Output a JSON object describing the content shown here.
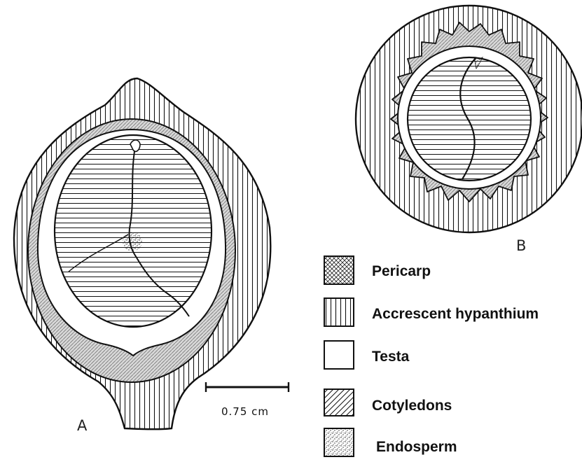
{
  "figure": {
    "panels": {
      "a": "A",
      "b": "B"
    },
    "scale_bar": {
      "label": "0.75 cm"
    },
    "legend": [
      {
        "key": "pericarp",
        "label": "Pericarp",
        "pattern": "crosshatch"
      },
      {
        "key": "hypanthium",
        "label": "Accrescent hypanthium",
        "pattern": "vertical-lines"
      },
      {
        "key": "testa",
        "label": "Testa",
        "pattern": "blank"
      },
      {
        "key": "cotyledons",
        "label": "Cotyledons",
        "pattern": "diagonal-lines"
      },
      {
        "key": "endosperm",
        "label": "Endosperm",
        "pattern": "stipple"
      }
    ]
  }
}
